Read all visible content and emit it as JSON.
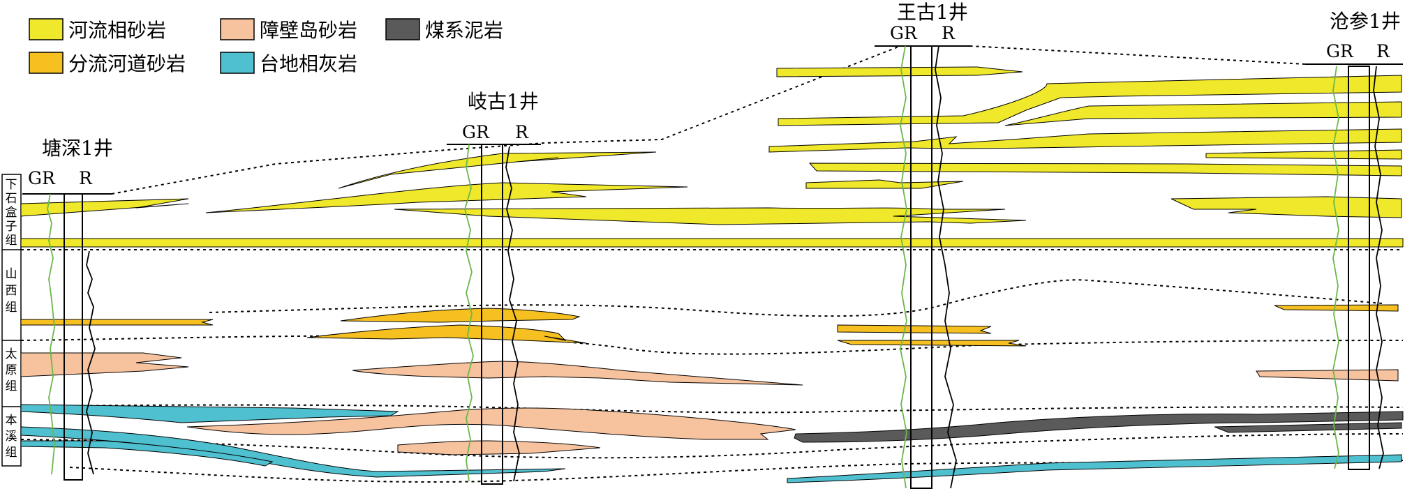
{
  "legend": [
    {
      "label": "河流相砂岩",
      "color": "#f0e82a"
    },
    {
      "label": "分流河道砂岩",
      "color": "#f5c020"
    },
    {
      "label": "障壁岛砂岩",
      "color": "#f7c29e"
    },
    {
      "label": "台地相灰岩",
      "color": "#4fc0d0"
    },
    {
      "label": "煤系泥岩",
      "color": "#5a5a5a"
    }
  ],
  "wells": [
    {
      "name": "塘深1井",
      "gr": "GR",
      "r": "R"
    },
    {
      "name": "岐古1井",
      "gr": "GR",
      "r": "R"
    },
    {
      "name": "王古1井",
      "gr": "GR",
      "r": "R"
    },
    {
      "name": "沧参1井",
      "gr": "GR",
      "r": "R"
    }
  ],
  "formations": [
    {
      "label": "下石盒子组",
      "chars": [
        "下",
        "石",
        "盒",
        "子",
        "组"
      ]
    },
    {
      "label": "山西组",
      "chars": [
        "山",
        "西",
        "组"
      ]
    },
    {
      "label": "太原组",
      "chars": [
        "太",
        "原",
        "组"
      ]
    },
    {
      "label": "本溪组",
      "chars": [
        "本",
        "溪",
        "组"
      ]
    }
  ]
}
